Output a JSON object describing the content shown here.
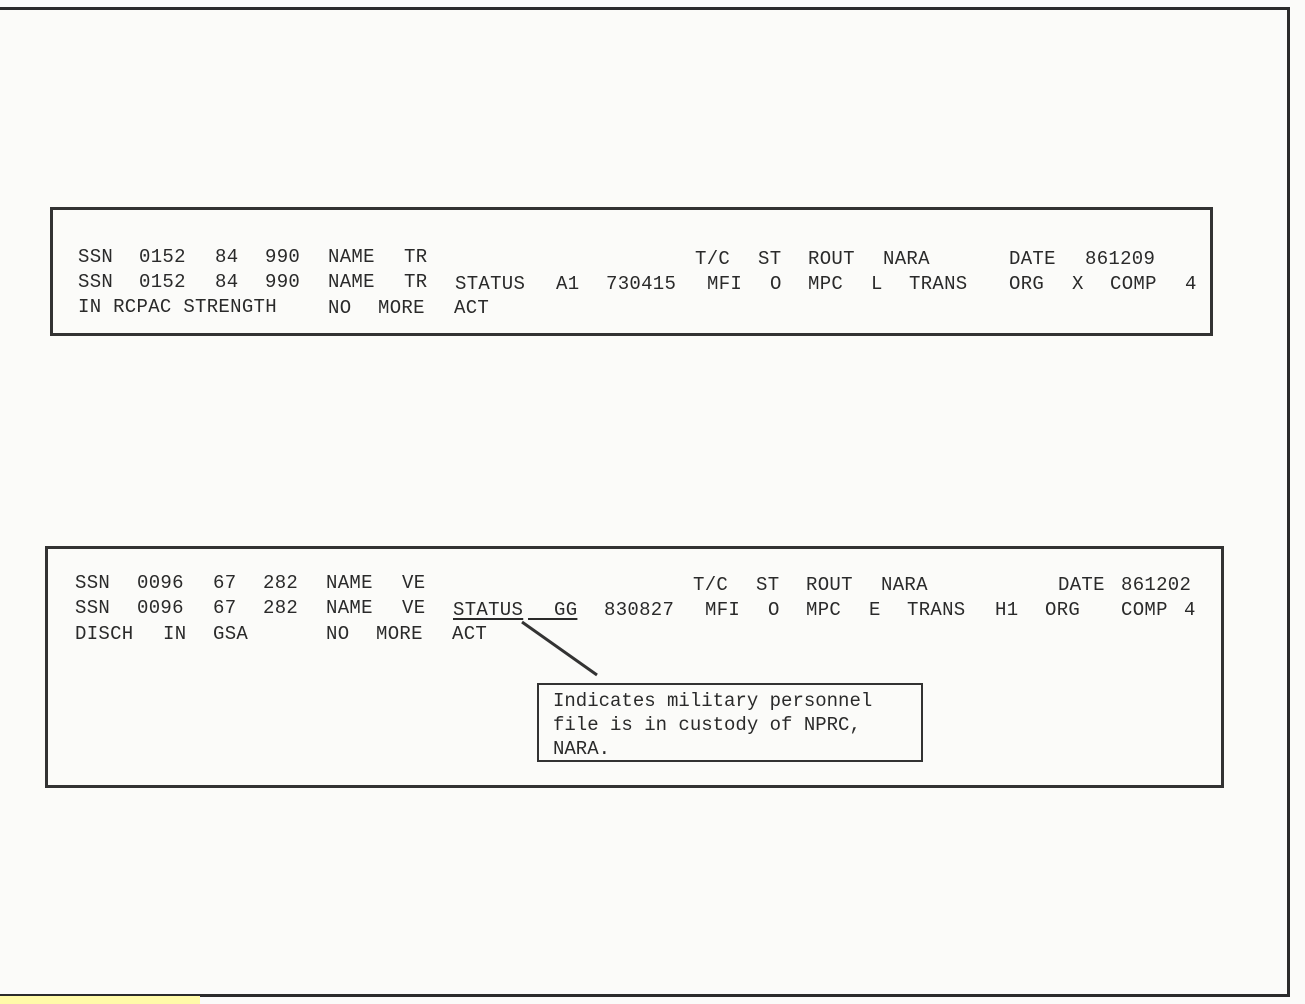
{
  "record1": {
    "line1": {
      "ssn_label": "SSN",
      "ssn_1": "0152",
      "ssn_2": "84",
      "ssn_3": "990",
      "name_label": "NAME",
      "name_value": "TR",
      "tc_label": "T/C",
      "st_label": "ST",
      "rout_label": "ROUT",
      "rout_value": "NARA",
      "date_label": "DATE",
      "date_value": "861209"
    },
    "line2": {
      "ssn_label": "SSN",
      "ssn_1": "0152",
      "ssn_2": "84",
      "ssn_3": "990",
      "name_label": "NAME",
      "name_value": "TR",
      "status_label": "STATUS",
      "status_value": "A1",
      "status_date": "730415",
      "mfi": "MFI",
      "zero": "O",
      "mpc": "MPC",
      "mpc_value": "L",
      "trans": "TRANS",
      "org": "ORG",
      "org_value": "X",
      "comp": "COMP",
      "comp_value": "4"
    },
    "line3": {
      "message": "IN RCPAC STRENGTH",
      "no": "NO",
      "more": "MORE",
      "act": "ACT"
    }
  },
  "record2": {
    "line1": {
      "ssn_label": "SSN",
      "ssn_1": "0096",
      "ssn_2": "67",
      "ssn_3": "282",
      "name_label": "NAME",
      "name_value": "VE",
      "tc_label": "T/C",
      "st_label": "ST",
      "rout_label": "ROUT",
      "rout_value": "NARA",
      "date_label": "DATE",
      "date_value": "861202"
    },
    "line2": {
      "ssn_label": "SSN",
      "ssn_1": "0096",
      "ssn_2": "67",
      "ssn_3": "282",
      "name_label": "NAME",
      "name_value": "VE",
      "status_label": "STATUS",
      "status_value": "GG",
      "status_date": "830827",
      "mfi": "MFI",
      "zero": "O",
      "mpc": "MPC",
      "mpc_value": "E",
      "trans": "TRANS",
      "trans_value": "H1",
      "org": "ORG",
      "comp": "COMP",
      "comp_value": "4"
    },
    "line3": {
      "disch": "DISCH",
      "in": "IN",
      "gsa": "GSA",
      "no": "NO",
      "more": "MORE",
      "act": "ACT"
    }
  },
  "callout": {
    "line1": "Indicates military personnel",
    "line2": "file is in custody of NPRC,",
    "line3": "NARA."
  }
}
